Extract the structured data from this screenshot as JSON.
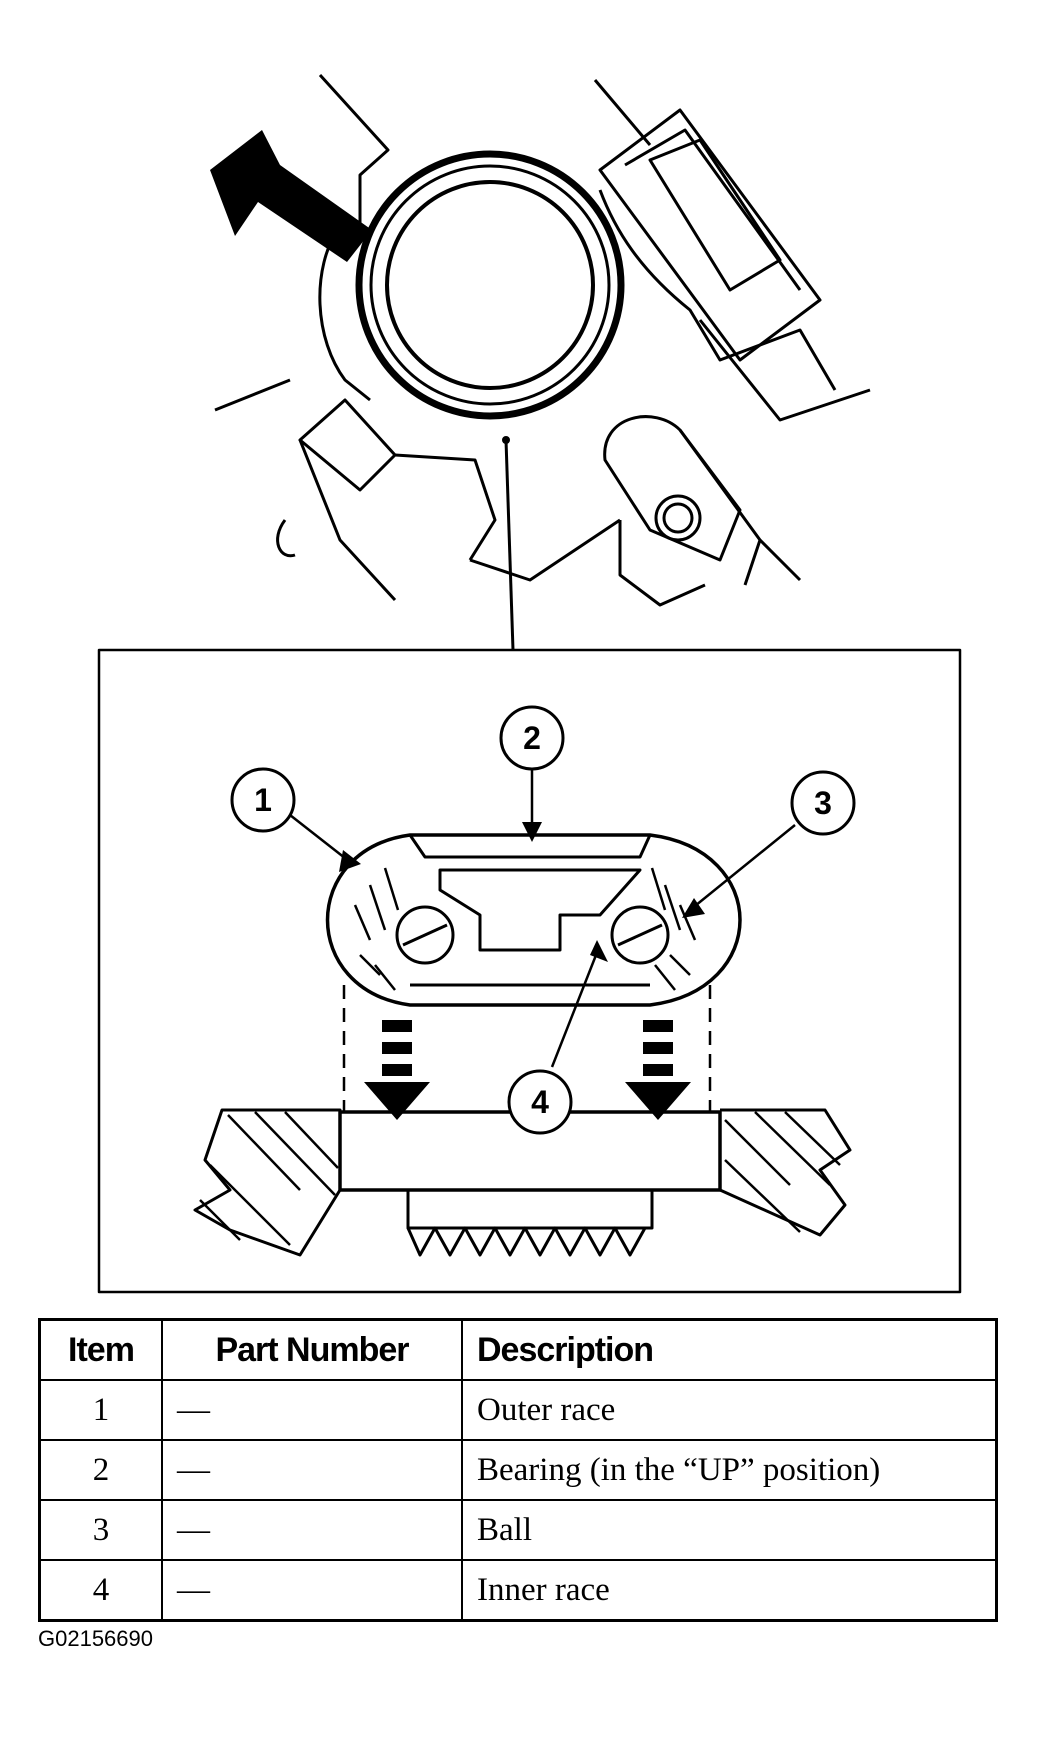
{
  "callouts": [
    "1",
    "2",
    "3",
    "4"
  ],
  "table": {
    "headers": [
      "Item",
      "Part Number",
      "Description"
    ],
    "rows": [
      {
        "item": "1",
        "part": "—",
        "desc": "Outer race"
      },
      {
        "item": "2",
        "part": "—",
        "desc": "Bearing (in the “UP” position)"
      },
      {
        "item": "3",
        "part": "—",
        "desc": "Ball"
      },
      {
        "item": "4",
        "part": "—",
        "desc": "Inner race"
      }
    ]
  },
  "figure_id": "G02156690"
}
